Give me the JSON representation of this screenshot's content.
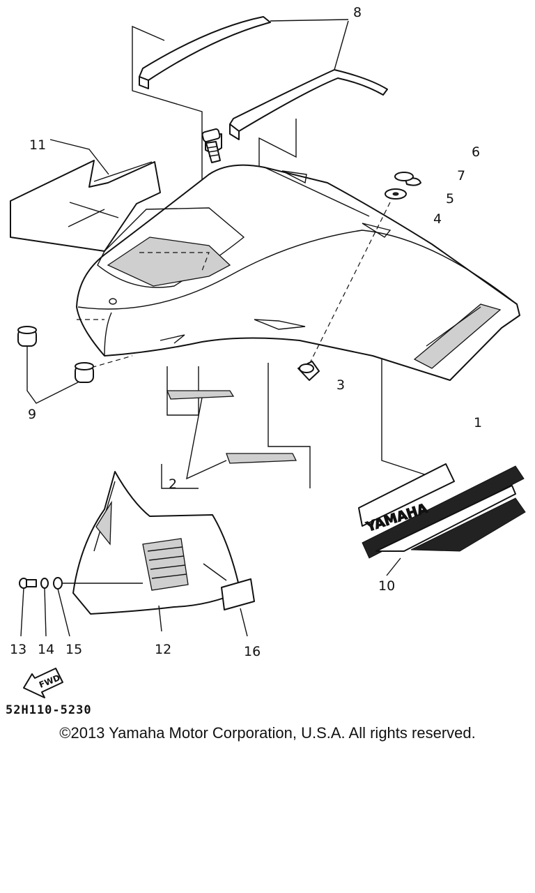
{
  "callouts": [
    "1",
    "2",
    "3",
    "4",
    "5",
    "6",
    "7",
    "8",
    "9",
    "10",
    "11",
    "12",
    "13",
    "14",
    "15",
    "16"
  ],
  "decal_text": "YAMAHA",
  "fwd_label": "FWD",
  "diagram_ref": "52H110-5230",
  "copyright": "©2013 Yamaha Motor Corporation, U.S.A. All rights reserved."
}
